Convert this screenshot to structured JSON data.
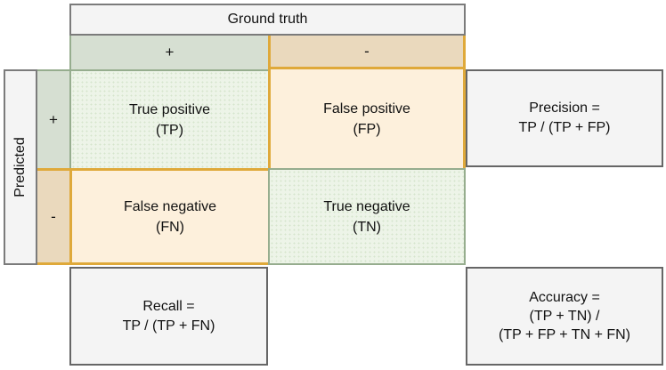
{
  "title": "Ground truth",
  "side_label": "Predicted",
  "column_headers": {
    "positive": "+",
    "negative": "-"
  },
  "row_headers": {
    "positive": "+",
    "negative": "-"
  },
  "cells": {
    "tp": {
      "label": "True positive",
      "abbr": "(TP)"
    },
    "fp": {
      "label": "False positive",
      "abbr": "(FP)"
    },
    "fn": {
      "label": "False negative",
      "abbr": "(FN)"
    },
    "tn": {
      "label": "True negative",
      "abbr": "(TN)"
    }
  },
  "metrics": {
    "precision": {
      "lines": [
        "Precision =",
        "TP / (TP + FP)"
      ]
    },
    "recall": {
      "lines": [
        "Recall =",
        "TP / (TP + FN)"
      ]
    },
    "accuracy": {
      "lines": [
        "Accuracy =",
        "(TP + TN) /",
        "(TP + FP + TN + FN)"
      ]
    }
  },
  "colors": {
    "gray_box_bg": "#f4f4f4",
    "gray_border": "#7b7b7b",
    "metric_border": "#666666",
    "green_header_bg": "#d6dfd2",
    "tan_header_bg": "#ead9bd",
    "green_cell_bg": "#edf4e8",
    "green_cell_dot": "#d5e5cc",
    "cream_cell_bg": "#fdf0dc",
    "green_border": "#96ad8e",
    "orange_border": "#dfa93a"
  }
}
